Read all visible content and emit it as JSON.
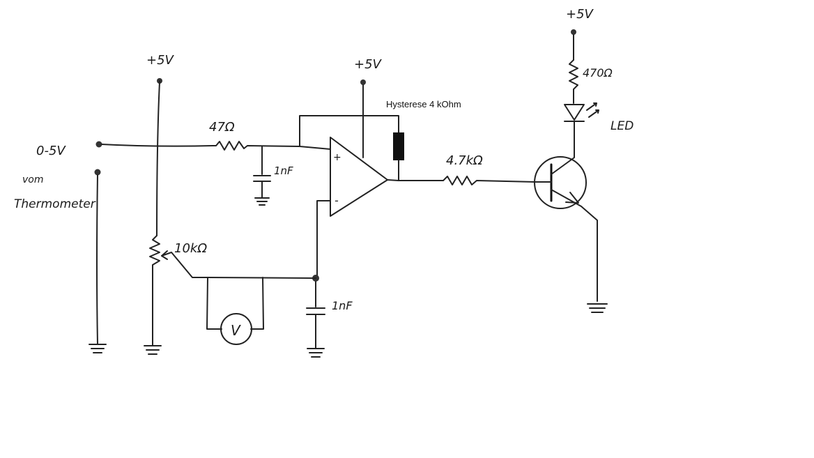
{
  "labels": {
    "supply_left": "+5V",
    "supply_opamp": "+5V",
    "supply_led": "+5V",
    "input_voltage": "0-5V",
    "input_source_line1": "vom",
    "input_source_line2": "Thermometer",
    "r_input": "47Ω",
    "c_input": "1nF",
    "pot": "10kΩ",
    "c_ref": "1nF",
    "hysteresis": "Hysterese  4 kOhm",
    "r_base": "4.7kΩ",
    "r_led": "470Ω",
    "led": "LED",
    "opamp_plus": "+",
    "opamp_minus": "-",
    "voltmeter": "V"
  }
}
